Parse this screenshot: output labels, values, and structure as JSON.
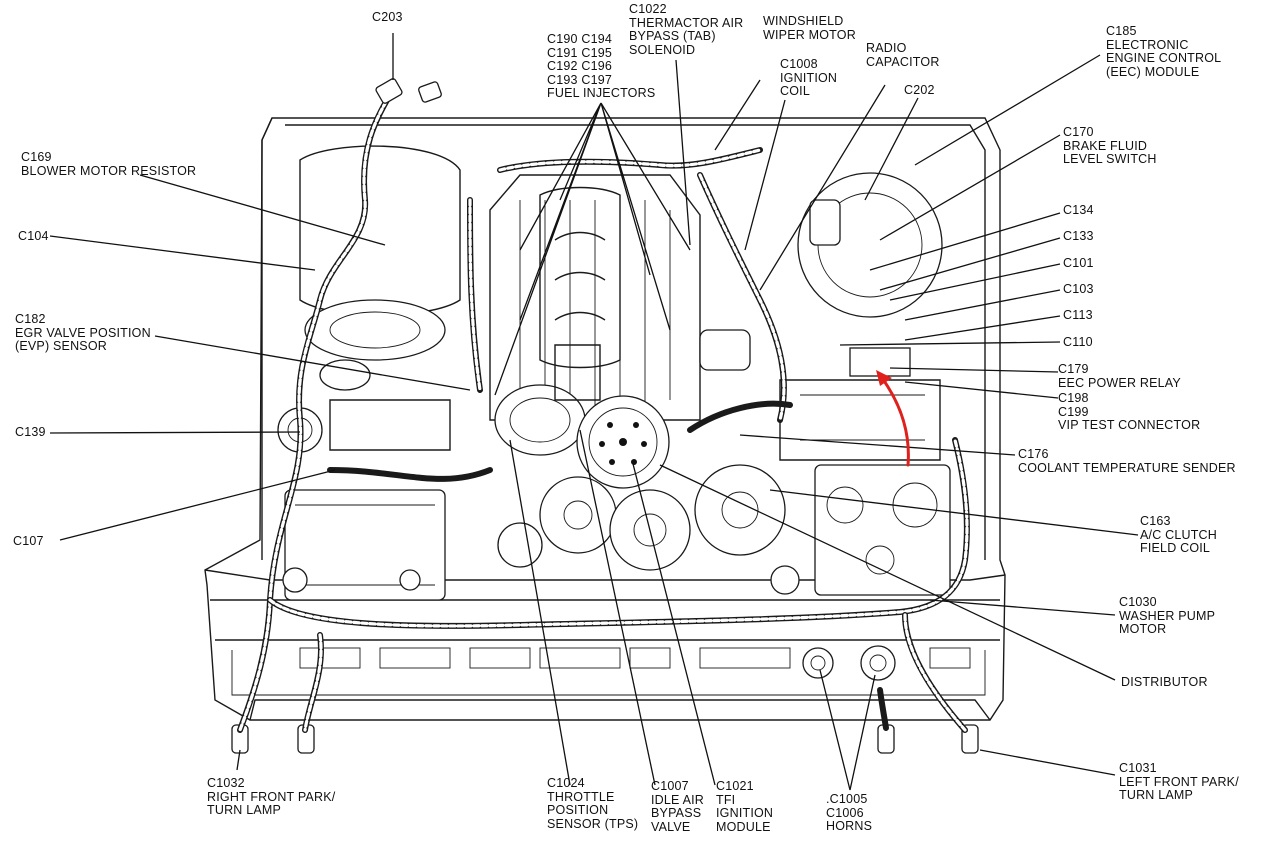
{
  "labels": {
    "c203": [
      "C203"
    ],
    "c190": [
      "C190  C194",
      "C191  C195",
      "C192  C196",
      "C193  C197",
      "FUEL INJECTORS"
    ],
    "c1022": [
      "C1022",
      "THERMACTOR AIR",
      "BYPASS (TAB)",
      "SOLENOID"
    ],
    "wiper": [
      "WINDSHIELD",
      "WIPER MOTOR"
    ],
    "c1008": [
      "C1008",
      "IGNITION",
      "COIL"
    ],
    "radio": [
      "RADIO",
      "CAPACITOR"
    ],
    "c202": [
      "C202"
    ],
    "c185": [
      "C185",
      "ELECTRONIC",
      "ENGINE CONTROL",
      "(EEC) MODULE"
    ],
    "c170": [
      "C170",
      "BRAKE FLUID",
      "LEVEL SWITCH"
    ],
    "c134": [
      "C134"
    ],
    "c133": [
      "C133"
    ],
    "c101": [
      "C101"
    ],
    "c103": [
      "C103"
    ],
    "c113": [
      "C113"
    ],
    "c110": [
      "C110"
    ],
    "c179": [
      "C179",
      "EEC POWER RELAY"
    ],
    "c198": [
      "C198",
      "C199",
      "VIP TEST CONNECTOR"
    ],
    "c176": [
      "C176",
      "COOLANT TEMPERATURE SENDER"
    ],
    "c163": [
      "C163",
      "A/C CLUTCH",
      "FIELD COIL"
    ],
    "c1030": [
      "C1030",
      "WASHER PUMP",
      "MOTOR"
    ],
    "distributor": [
      "DISTRIBUTOR"
    ],
    "c1031": [
      "C1031",
      "LEFT FRONT PARK/",
      "TURN LAMP"
    ],
    "c1005": [
      ".C1005",
      "C1006",
      "HORNS"
    ],
    "c1021": [
      "C1021",
      "TFI",
      "IGNITION",
      "MODULE"
    ],
    "c1007": [
      "C1007",
      "IDLE AIR",
      "BYPASS",
      "VALVE"
    ],
    "c1024": [
      "C1024",
      "THROTTLE",
      "POSITION",
      "SENSOR (TPS)"
    ],
    "c1032": [
      "C1032",
      "RIGHT FRONT PARK/",
      "TURN LAMP"
    ],
    "c107": [
      "C107"
    ],
    "c139": [
      "C139"
    ],
    "c182": [
      "C182",
      "EGR VALVE POSITION",
      "(EVP) SENSOR"
    ],
    "c104": [
      "C104"
    ],
    "c169": [
      "C169",
      "BLOWER MOTOR RESISTOR"
    ]
  },
  "colors": {
    "ink": "#111111",
    "highlight_arrow": "#e0201c",
    "background": "#ffffff"
  }
}
